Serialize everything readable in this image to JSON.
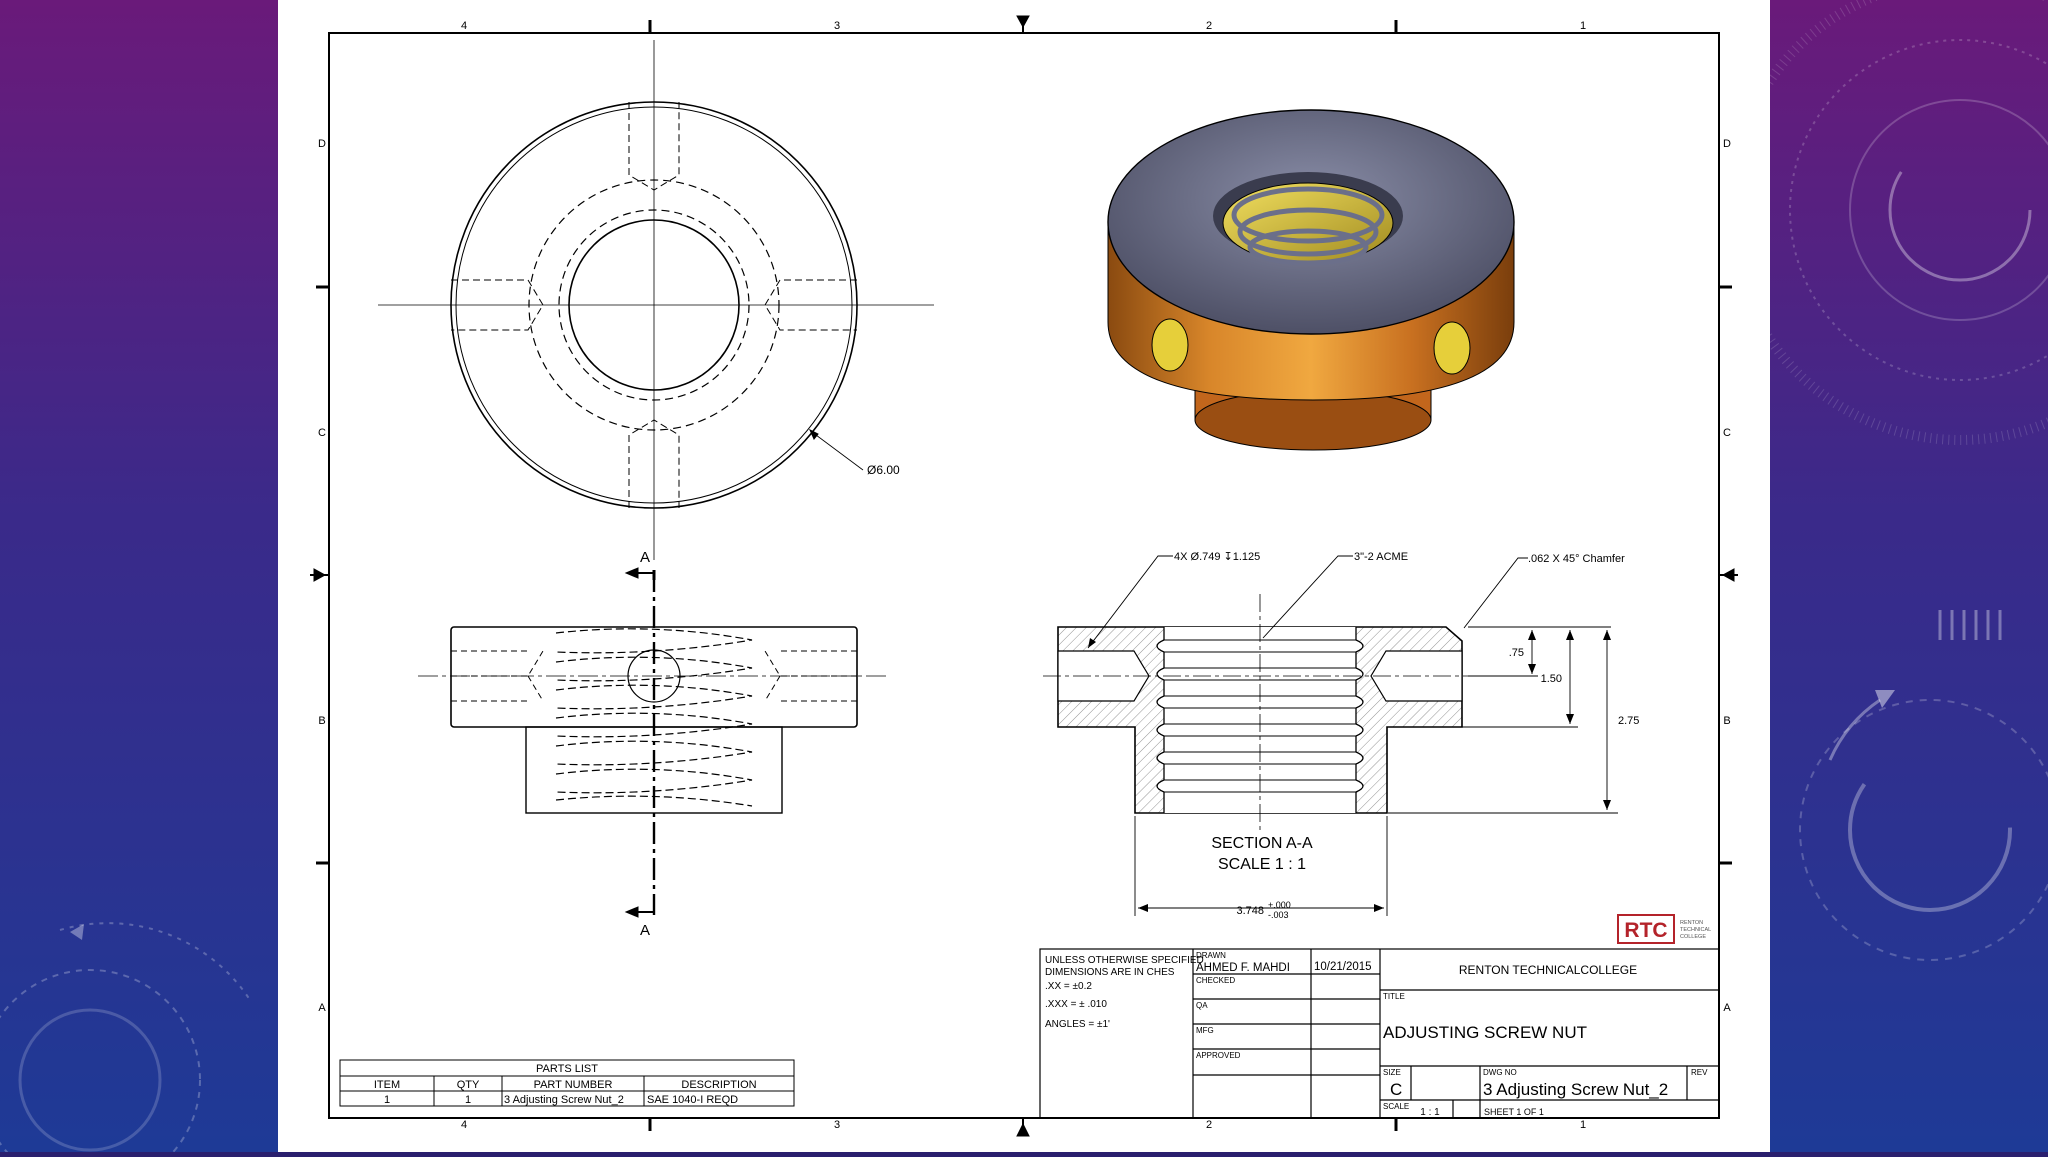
{
  "frame": {
    "zone_columns_top": [
      "4",
      "3",
      "2",
      "1"
    ],
    "zone_columns_bottom": [
      "4",
      "3",
      "2",
      "1"
    ],
    "zone_rows_left": [
      "D",
      "C",
      "B",
      "A"
    ],
    "zone_rows_right": [
      "D",
      "C",
      "B",
      "A"
    ]
  },
  "views": {
    "top_view_diameter": "Ø6.00",
    "section_marker_top": "A",
    "section_marker_bottom": "A",
    "hole_callout": "4X Ø.749 ↧1.125",
    "thread_callout": "3\"-2 ACME",
    "chamfer_callout": ".062 X 45° Chamfer",
    "dim_075": ".75",
    "dim_150": "1.50",
    "dim_275": "2.75",
    "section_title": "SECTION A-A",
    "section_scale": "SCALE 1 : 1",
    "dim_width_main": "3.748",
    "dim_width_tol_upper": "+.000",
    "dim_width_tol_lower": "-.003"
  },
  "logo": {
    "text": "RTC",
    "tagline": [
      "RENTON",
      "TECHNICAL",
      "COLLEGE"
    ],
    "color": "#b4232a"
  },
  "parts_list": {
    "title": "PARTS LIST",
    "headers": [
      "ITEM",
      "QTY",
      "PART NUMBER",
      "DESCRIPTION"
    ],
    "rows": [
      [
        "1",
        "1",
        "3 Adjusting Screw Nut_2",
        "SAE 1040-I REQD"
      ]
    ]
  },
  "title_block": {
    "notes": [
      "UNLESS OTHERWISE SPECIFIED",
      "DIMENSIONS ARE IN CHES",
      ".XX = ±0.2",
      ".XXX = ± .010",
      "ANGLES = ±1'"
    ],
    "drawn_label": "DRAWN",
    "drawn_by": "AHMED F. MAHDI",
    "drawn_date": "10/21/2015",
    "checked_label": "CHECKED",
    "qa_label": "QA",
    "mfg_label": "MFG",
    "approved_label": "APPROVED",
    "school": "RENTON TECHNICALCOLLEGE",
    "title_label": "TITLE",
    "title": "ADJUSTING SCREW NUT",
    "size_label": "SIZE",
    "size": "C",
    "dwg_label": "DWG NO",
    "dwg_no": "3 Adjusting Screw Nut_2",
    "rev_label": "REV",
    "scale_label": "SCALE",
    "scale": "1 : 1",
    "sheet": "SHEET 1  OF 1"
  },
  "colors": {
    "background_top": "#6a1a7a",
    "background_bottom": "#1e3a96",
    "render_copper": "#c8741c",
    "render_face": "#5c5f76",
    "render_thread": "#d8c440"
  }
}
